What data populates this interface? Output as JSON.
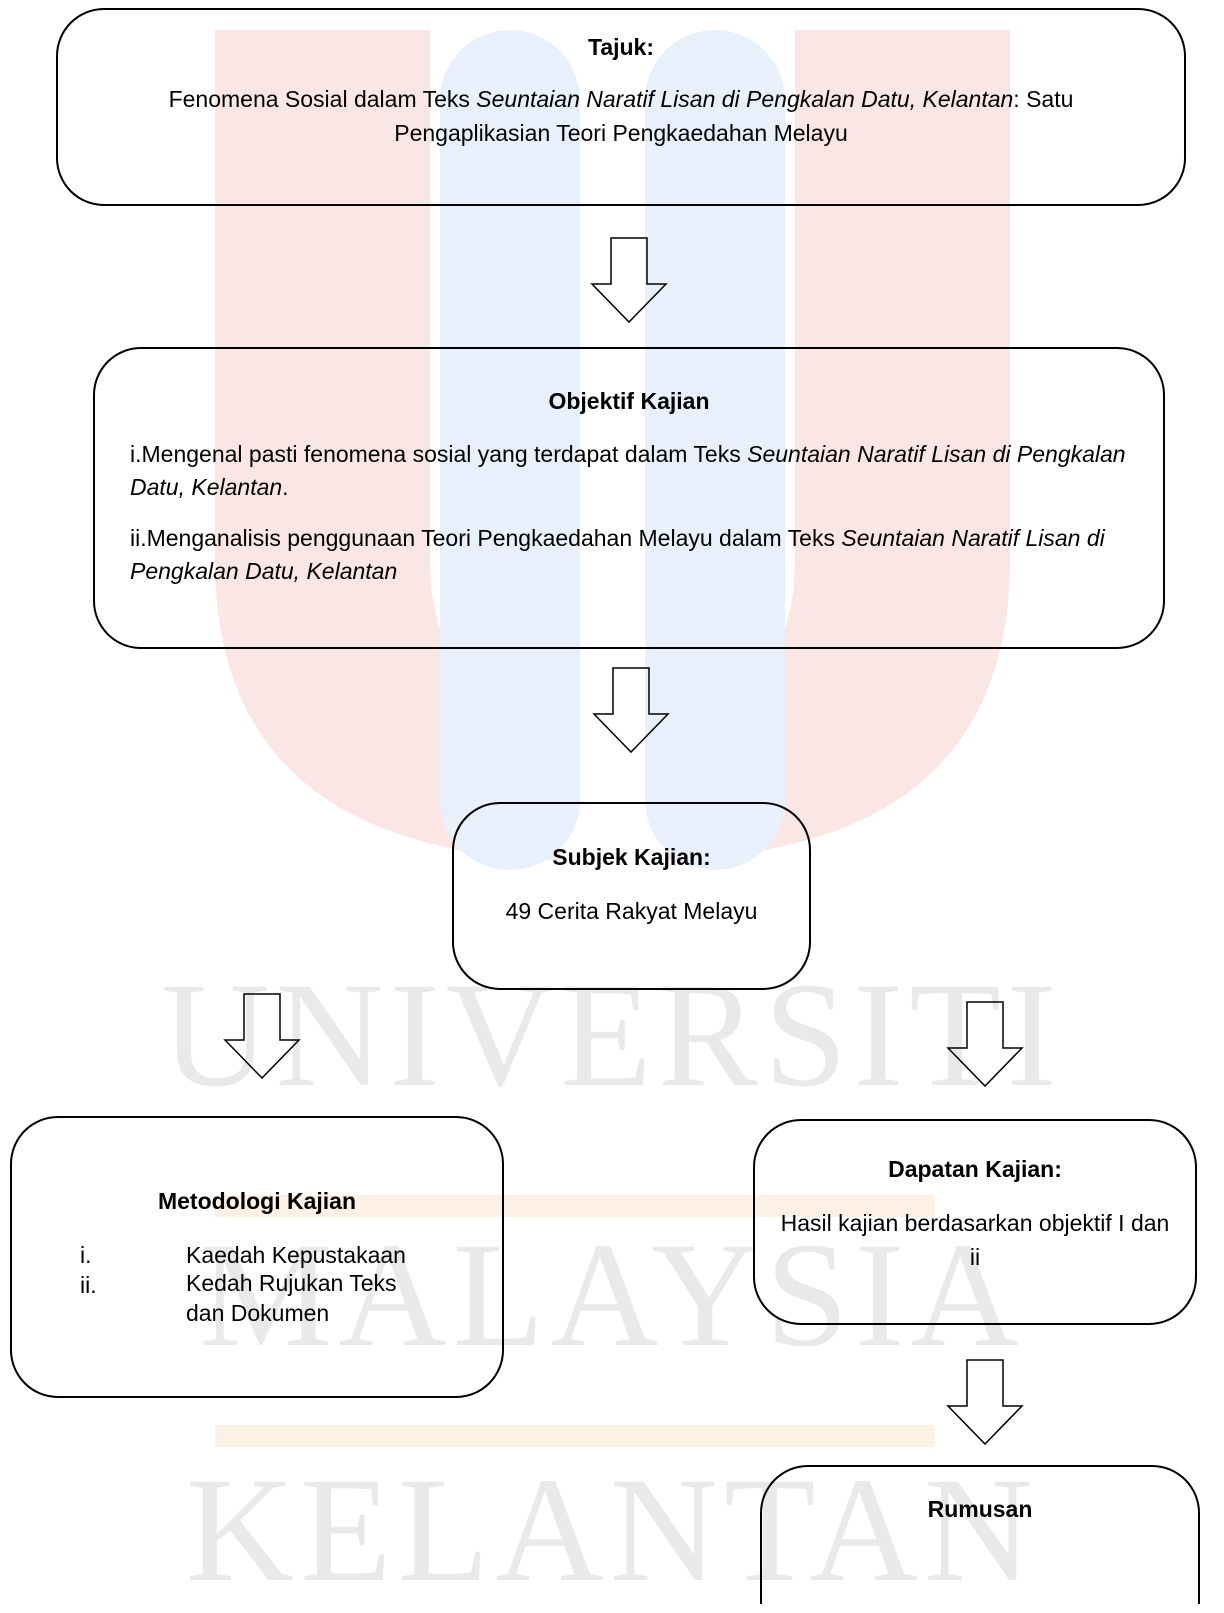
{
  "watermark": {
    "lines": [
      "UNIVERSITI",
      "MALAYSIA",
      "KELANTAN"
    ],
    "colors": {
      "red": "#fbe6e6",
      "blue": "#e8f0fb",
      "orange": "#fdf0e4"
    }
  },
  "tajuk": {
    "heading": "Tajuk:",
    "line1_pre": "Fenomena Sosial dalam Teks ",
    "line1_italic": "Seuntaian Naratif Lisan di Pengkalan Datu, Kelantan",
    "line1_post": ": Satu",
    "line2": "Pengaplikasian Teori Pengkaedahan Melayu"
  },
  "objektif": {
    "heading": "Objektif Kajian",
    "item1_pre": "i.Mengenal pasti fenomena sosial yang terdapat dalam Teks ",
    "item1_italic": "Seuntaian Naratif Lisan di Pengkalan Datu, Kelantan",
    "item1_post": ".",
    "item2_pre": "ii.Menganalisis penggunaan Teori Pengkaedahan Melayu dalam Teks ",
    "item2_italic": "Seuntaian Naratif Lisan di Pengkalan Datu, Kelantan"
  },
  "subjek": {
    "heading": "Subjek Kajian:",
    "body": "49 Cerita Rakyat Melayu"
  },
  "metodologi": {
    "heading": "Metodologi Kajian",
    "items": [
      {
        "num": "i.",
        "text": "Kaedah Kepustakaan"
      },
      {
        "num": "ii.",
        "text": "Kedah Rujukan Teks dan Dokumen"
      }
    ]
  },
  "dapatan": {
    "heading": "Dapatan Kajian:",
    "body": "Hasil kajian berdasarkan objektif I dan ii"
  },
  "rumusan": {
    "heading": "Rumusan"
  }
}
